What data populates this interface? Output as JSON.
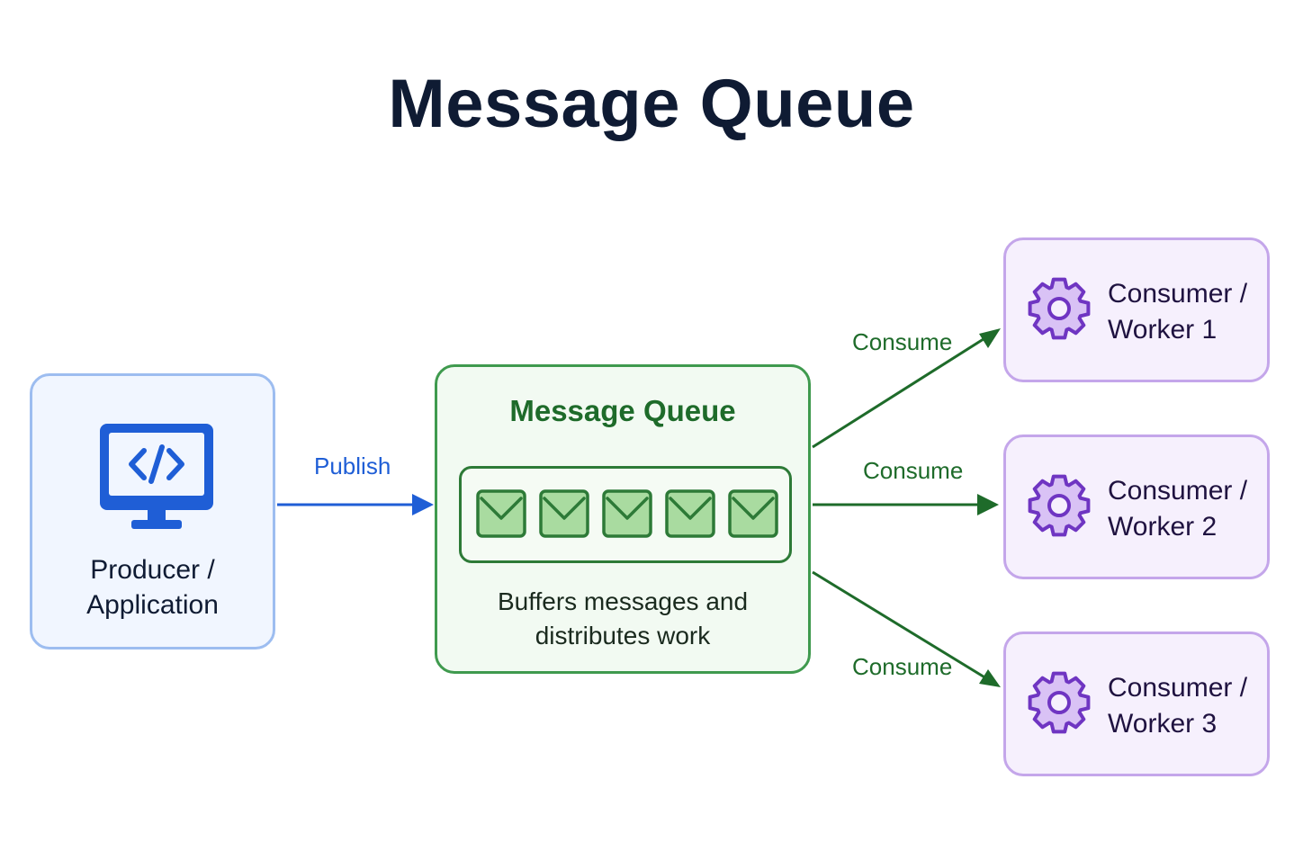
{
  "title": "Message Queue",
  "producer": {
    "icon": "code-monitor-icon",
    "label_line1": "Producer /",
    "label_line2": "Application"
  },
  "edges": {
    "publish": "Publish",
    "consume_1": "Consume",
    "consume_2": "Consume",
    "consume_3": "Consume"
  },
  "queue": {
    "title": "Message Queue",
    "message_icon": "envelope-icon",
    "message_count": 5,
    "desc_line1": "Buffers messages and",
    "desc_line2": "distributes work"
  },
  "consumers": [
    {
      "icon": "gear-icon",
      "line1": "Consumer /",
      "line2": "Worker 1"
    },
    {
      "icon": "gear-icon",
      "line1": "Consumer /",
      "line2": "Worker 2"
    },
    {
      "icon": "gear-icon",
      "line1": "Consumer /",
      "line2": "Worker 3"
    }
  ],
  "colors": {
    "producer_accent": "#1f5ed6",
    "queue_accent": "#1e6b2a",
    "consumer_accent": "#8a4fd6",
    "title": "#0f1b33"
  }
}
